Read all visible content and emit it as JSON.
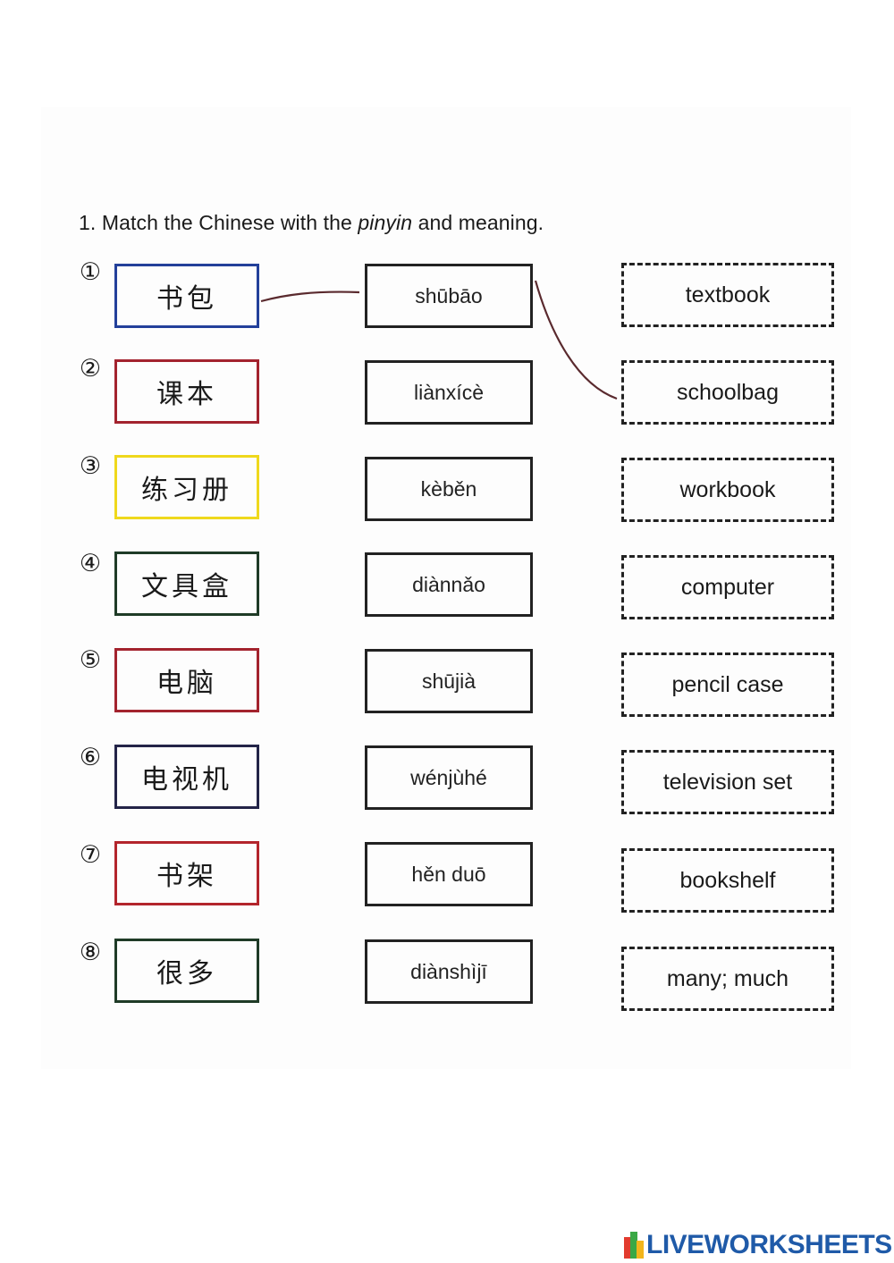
{
  "exercise": {
    "title_prefix": "1. Match the Chinese with the ",
    "title_italic": "pinyin",
    "title_suffix": " and meaning.",
    "rows": [
      {
        "num": "①",
        "chinese": "书包",
        "pinyin": "shūbāo",
        "meaning": "textbook",
        "box_color": "#23409a"
      },
      {
        "num": "②",
        "chinese": "课本",
        "pinyin": "liànxícè",
        "meaning": "schoolbag",
        "box_color": "#a3232e"
      },
      {
        "num": "③",
        "chinese": "练习册",
        "pinyin": "kèběn",
        "meaning": "workbook",
        "box_color": "#efd81c"
      },
      {
        "num": "④",
        "chinese": "文具盒",
        "pinyin": "diànnǎo",
        "meaning": "computer",
        "box_color": "#1f3b27"
      },
      {
        "num": "⑤",
        "chinese": "电脑",
        "pinyin": "shūjià",
        "meaning": "pencil case",
        "box_color": "#a3232e"
      },
      {
        "num": "⑥",
        "chinese": "电视机",
        "pinyin": "wénjùhé",
        "meaning": "television set",
        "box_color": "#232448"
      },
      {
        "num": "⑦",
        "chinese": "书架",
        "pinyin": "hěn duō",
        "meaning": "bookshelf",
        "box_color": "#b3252c"
      },
      {
        "num": "⑧",
        "chinese": "很多",
        "pinyin": "diànshìjī",
        "meaning": "many; much",
        "box_color": "#1f3b27"
      }
    ]
  },
  "connector_color": "#5a2a2e",
  "footer": {
    "logo_text": "LIVEWORKSHEETS",
    "logo_color": "#1f5aa8"
  }
}
